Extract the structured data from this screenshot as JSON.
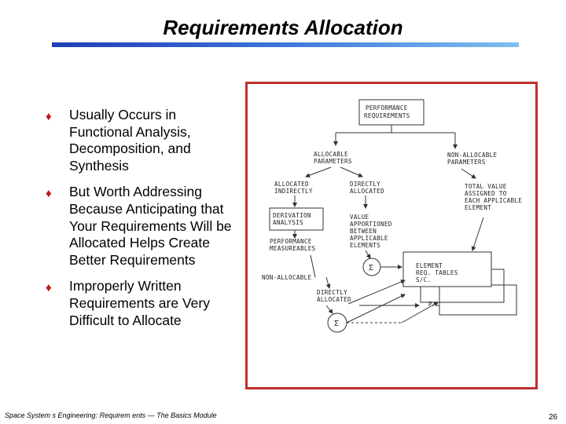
{
  "slide": {
    "title": "Requirements Allocation",
    "bullets": [
      "Usually Occurs in Functional Analysis, Decomposition, and Synthesis",
      "But Worth Addressing Because Anticipating that Your Requirements Will be Allocated Helps Create Better Requirements",
      "Improperly Written Requirements are Very Difficult to Allocate"
    ],
    "footer": "Space System s Engineering: Requirem ents — The Basics Module",
    "page_number": "26"
  },
  "diagram": {
    "performance_requirements": [
      "PERFORMANCE",
      "REQUIREMENTS"
    ],
    "allocable_parameters": [
      "ALLOCABLE",
      "PARAMETERS"
    ],
    "non_allocable_parameters": [
      "NON-ALLOCABLE",
      "PARAMETERS"
    ],
    "allocated_indirectly": [
      "ALLOCATED",
      "INDIRECTLY"
    ],
    "directly_allocated_top": [
      "DIRECTLY",
      "ALLOCATED"
    ],
    "total_value": [
      "TOTAL VALUE",
      "ASSIGNED TO",
      "EACH APPLICABLE",
      "ELEMENT"
    ],
    "derivation_analysis": [
      "DERIVATION",
      "ANALYSIS"
    ],
    "value_apportioned": [
      "VALUE",
      "APPORTIONED",
      "BETWEEN",
      "APPLICABLE",
      "ELEMENTS"
    ],
    "performance_measureables": [
      "PERFORMANCE",
      "MEASUREABLES"
    ],
    "sigma": "Σ",
    "element_tables": [
      "ELEMENT",
      "REQ. TABLES",
      "S/C."
    ],
    "non_allocable": "NON-ALLOCABLE",
    "directly_allocated_bottom": [
      "DIRECTLY",
      "ALLOCATED"
    ],
    "pl": "P/L"
  }
}
